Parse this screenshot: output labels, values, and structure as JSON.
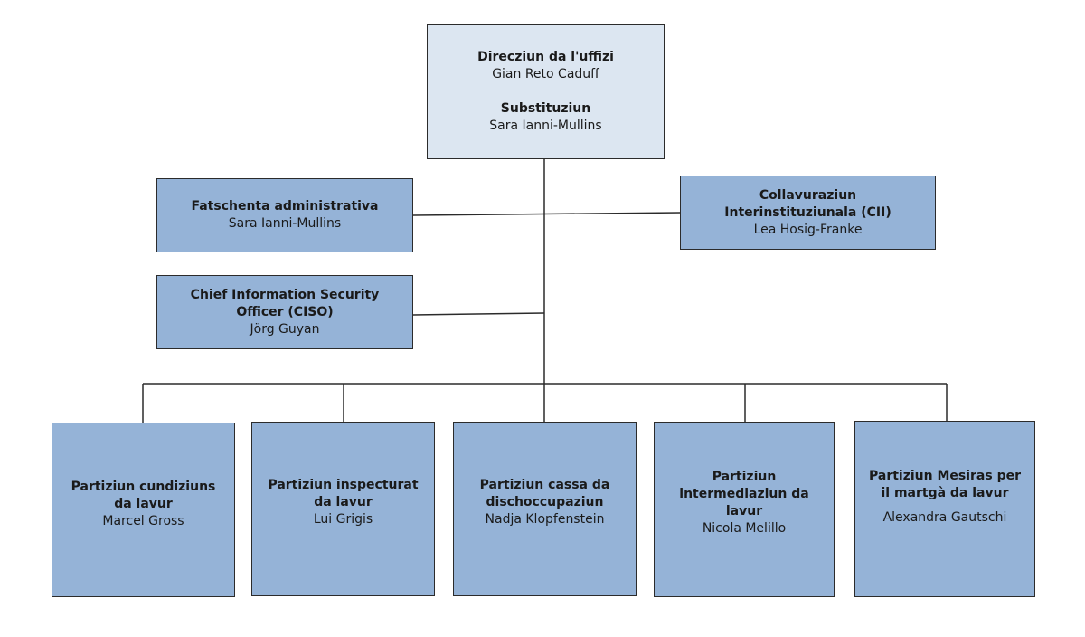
{
  "director": {
    "title": "Direcziun da l'uffizi",
    "name": "Gian Reto Caduff",
    "deputy_title": "Substituziun",
    "deputy_name": "Sara Ianni-Mullins"
  },
  "staff": {
    "admin": {
      "title": "Fatschenta administrativa",
      "name": "Sara Ianni-Mullins"
    },
    "cii": {
      "title_line1": "Collavuraziun",
      "title_line2": "Interinstituziunala (CII)",
      "name": "Lea Hosig-Franke"
    },
    "ciso": {
      "title_line1": "Chief Information Security",
      "title_line2": "Officer (CISO)",
      "name": "Jörg Guyan"
    }
  },
  "divisions": [
    {
      "title_lines": [
        "Partiziun cundiziuns",
        "da lavur"
      ],
      "name": "Marcel Gross"
    },
    {
      "title_lines": [
        "Partiziun inspecturat",
        "da lavur"
      ],
      "name": "Lui Grigis"
    },
    {
      "title_lines": [
        "Partiziun cassa da",
        "dischoccupaziun"
      ],
      "name": "Nadja Klopfenstein"
    },
    {
      "title_lines": [
        "Partiziun",
        "intermediaziun da",
        "lavur"
      ],
      "name": "Nicola Melillo"
    },
    {
      "title_lines": [
        "Partiziun Mesiras per",
        "il martgà da lavur"
      ],
      "name": "Alexandra Gautschi"
    }
  ],
  "colors": {
    "box_fill": "#95b3d7",
    "top_box_fill": "#dce6f1",
    "line": "#2b2b2b"
  }
}
